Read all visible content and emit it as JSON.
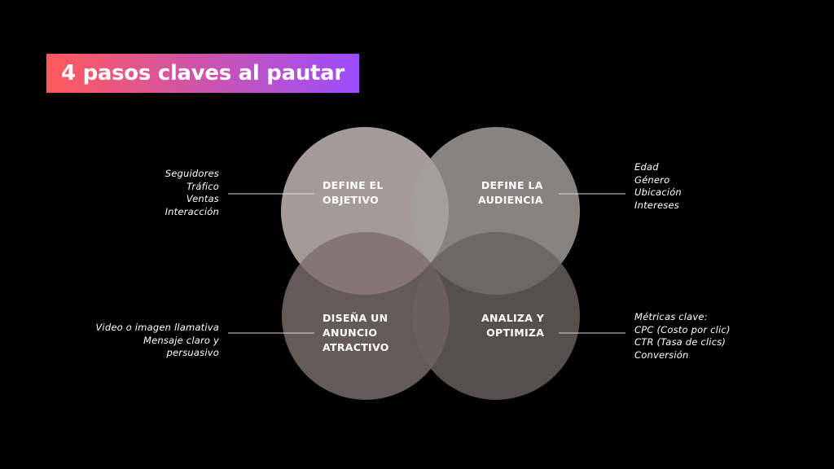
{
  "title": "4 pasos claves al pautar",
  "colors": {
    "background": "#000000",
    "title_gradient_start": "#ff5a5a",
    "title_gradient_end": "#9b4dff",
    "circle_top_left": "#c9bcbc",
    "circle_top_right": "#a3a09e",
    "circle_bottom_left": "#7a6e6e",
    "circle_bottom_right": "#6a605f",
    "connector_line": "#d9d9d9"
  },
  "steps": [
    {
      "id": "objetivo",
      "label_line1": "DEFINE EL",
      "label_line2": "OBJETIVO",
      "label_line3": "",
      "notes": [
        "Seguidores",
        "Tráfico",
        "Ventas",
        "Interacción"
      ]
    },
    {
      "id": "audiencia",
      "label_line1": "DEFINE LA",
      "label_line2": "AUDIENCIA",
      "label_line3": "",
      "notes": [
        "Edad",
        "Género",
        "Ubicación",
        "Intereses"
      ]
    },
    {
      "id": "anuncio",
      "label_line1": "DISEÑA UN",
      "label_line2": "ANUNCIO",
      "label_line3": "ATRACTIVO",
      "notes": [
        "Video o imagen llamativa",
        "Mensaje claro y",
        "persuasivo"
      ]
    },
    {
      "id": "optimiza",
      "label_line1": "ANALIZA Y",
      "label_line2": "OPTIMIZA",
      "label_line3": "",
      "notes": [
        "Métricas clave:",
        "CPC (Costo por clic)",
        "CTR (Tasa de clics)",
        "Conversión"
      ]
    }
  ]
}
